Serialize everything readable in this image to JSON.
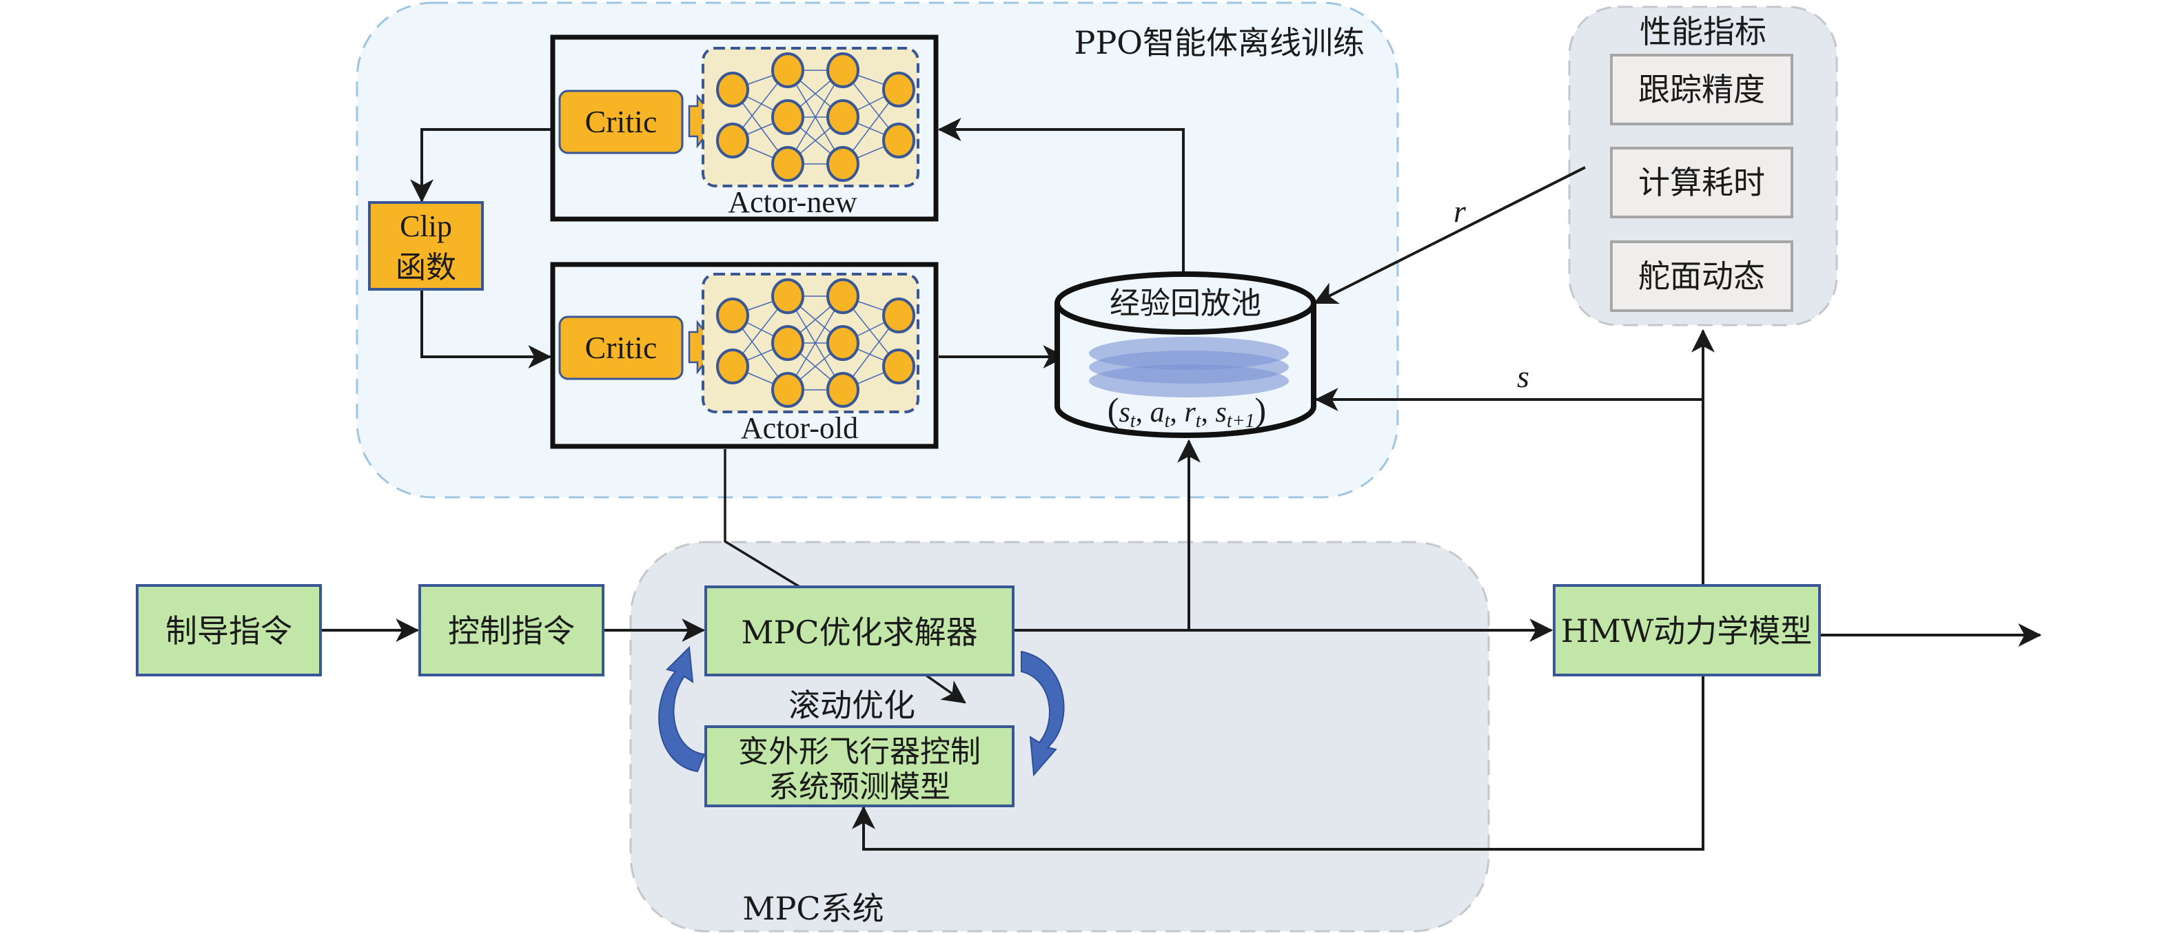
{
  "regions": {
    "ppo": {
      "label": "PPO智能体离线训练"
    },
    "metrics": {
      "label": "性能指标"
    },
    "mpc": {
      "label": "MPC系统"
    }
  },
  "ppo": {
    "actor_new": {
      "critic_label": "Critic",
      "label": "Actor-new"
    },
    "actor_old": {
      "critic_label": "Critic",
      "label": "Actor-old"
    },
    "clip": {
      "line1": "Clip",
      "line2": "函数"
    },
    "replay": {
      "title": "经验回放池",
      "tuple": {
        "open": "(",
        "s": "s",
        "t": "t",
        "a": "a",
        "r": "r",
        "t1": "t+1",
        "comma": ",",
        "close": ")"
      }
    }
  },
  "metrics": {
    "items": [
      "跟踪精度",
      "计算耗时",
      "舵面动态"
    ]
  },
  "flow": {
    "guidance": "制导指令",
    "control": "控制指令",
    "solver": "MPC优化求解器",
    "rolling": "滚动优化",
    "prediction_line1": "变外形飞行器控制",
    "prediction_line2": "系统预测模型",
    "plant": "HMW动力学模型"
  },
  "signals": {
    "reward": "r",
    "state": "s"
  },
  "colors": {
    "ppo_bg": "#f0f7fc",
    "ppo_border": "#9ec6e2",
    "gray_region_bg": "#e3e8ef",
    "gray_region_border": "#c4c7cc",
    "node_orange": "#f7b425",
    "node_border": "#3a5795",
    "nn_bg": "#f3eac7",
    "green_box": "#c2e6a7",
    "metric_box": "#efeeed",
    "metric_border": "#a6a6a6",
    "curved_arrow": "#4468b8",
    "disc": "#7b94d4"
  }
}
